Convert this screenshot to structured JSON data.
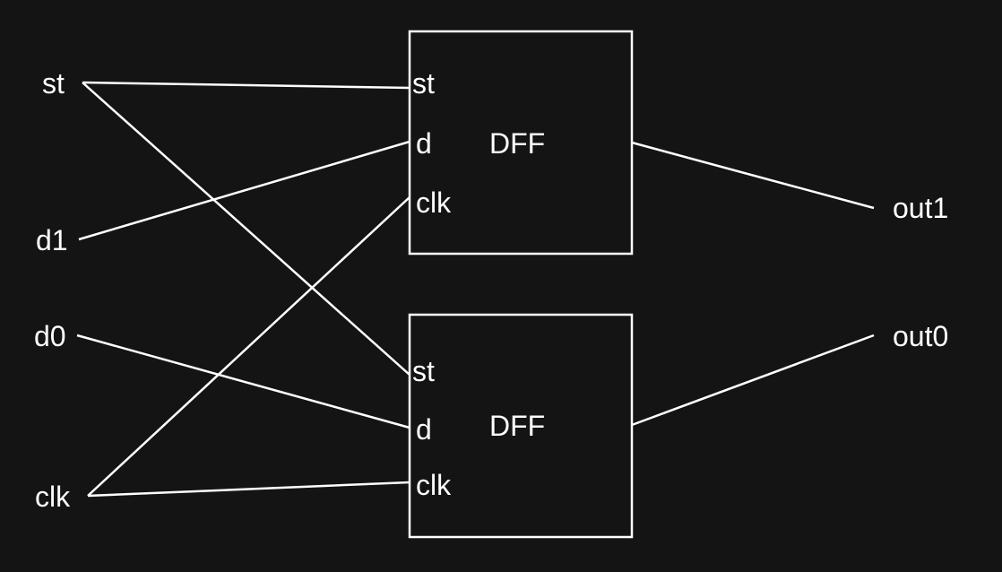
{
  "inputs": {
    "st": "st",
    "d1": "d1",
    "d0": "d0",
    "clk": "clk"
  },
  "outputs": {
    "out1": "out1",
    "out0": "out0"
  },
  "dff_top": {
    "title": "DFF",
    "pin_st": "st",
    "pin_d": "d",
    "pin_clk": "clk"
  },
  "dff_bottom": {
    "title": "DFF",
    "pin_st": "st",
    "pin_d": "d",
    "pin_clk": "clk"
  },
  "colors": {
    "background": "#141414",
    "foreground": "#ffffff"
  }
}
